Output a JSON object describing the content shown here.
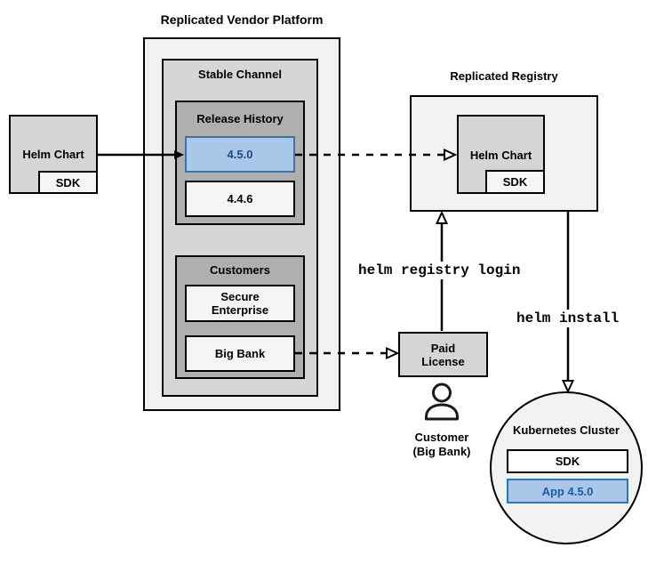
{
  "vendor_platform": {
    "title": "Replicated Vendor Platform",
    "stable_channel": {
      "label": "Stable Channel",
      "release_history": {
        "label": "Release History",
        "releases": [
          {
            "version": "4.5.0",
            "highlighted": true
          },
          {
            "version": "4.4.6",
            "highlighted": false
          }
        ]
      },
      "customers": {
        "label": "Customers",
        "items": [
          {
            "name": "Secure Enterprise"
          },
          {
            "name": "Big Bank"
          }
        ]
      }
    }
  },
  "vendor_helm_chart": {
    "label": "Helm Chart",
    "sdk": "SDK"
  },
  "registry": {
    "title": "Replicated Registry",
    "helm_chart": {
      "label": "Helm Chart",
      "sdk": "SDK"
    }
  },
  "commands": {
    "registry_login": "helm registry login",
    "install": "helm install"
  },
  "paid_license": {
    "label": "Paid License"
  },
  "customer": {
    "name": "Customer",
    "detail": "(Big Bank)"
  },
  "kubernetes_cluster": {
    "title": "Kubernetes Cluster",
    "sdk": "SDK",
    "app": "App 4.5.0"
  },
  "colors": {
    "container_light": "#F2F2F2",
    "container_medium": "#D6D6D6",
    "container_dark": "#AFAFAF",
    "item_light": "#F5F5F5",
    "item_gray": "#D5D5D5",
    "highlight_fill": "#A9C7E8",
    "highlight_border": "#2E75B6",
    "highlight_text": "#174E7F",
    "stroke": "#000000"
  }
}
